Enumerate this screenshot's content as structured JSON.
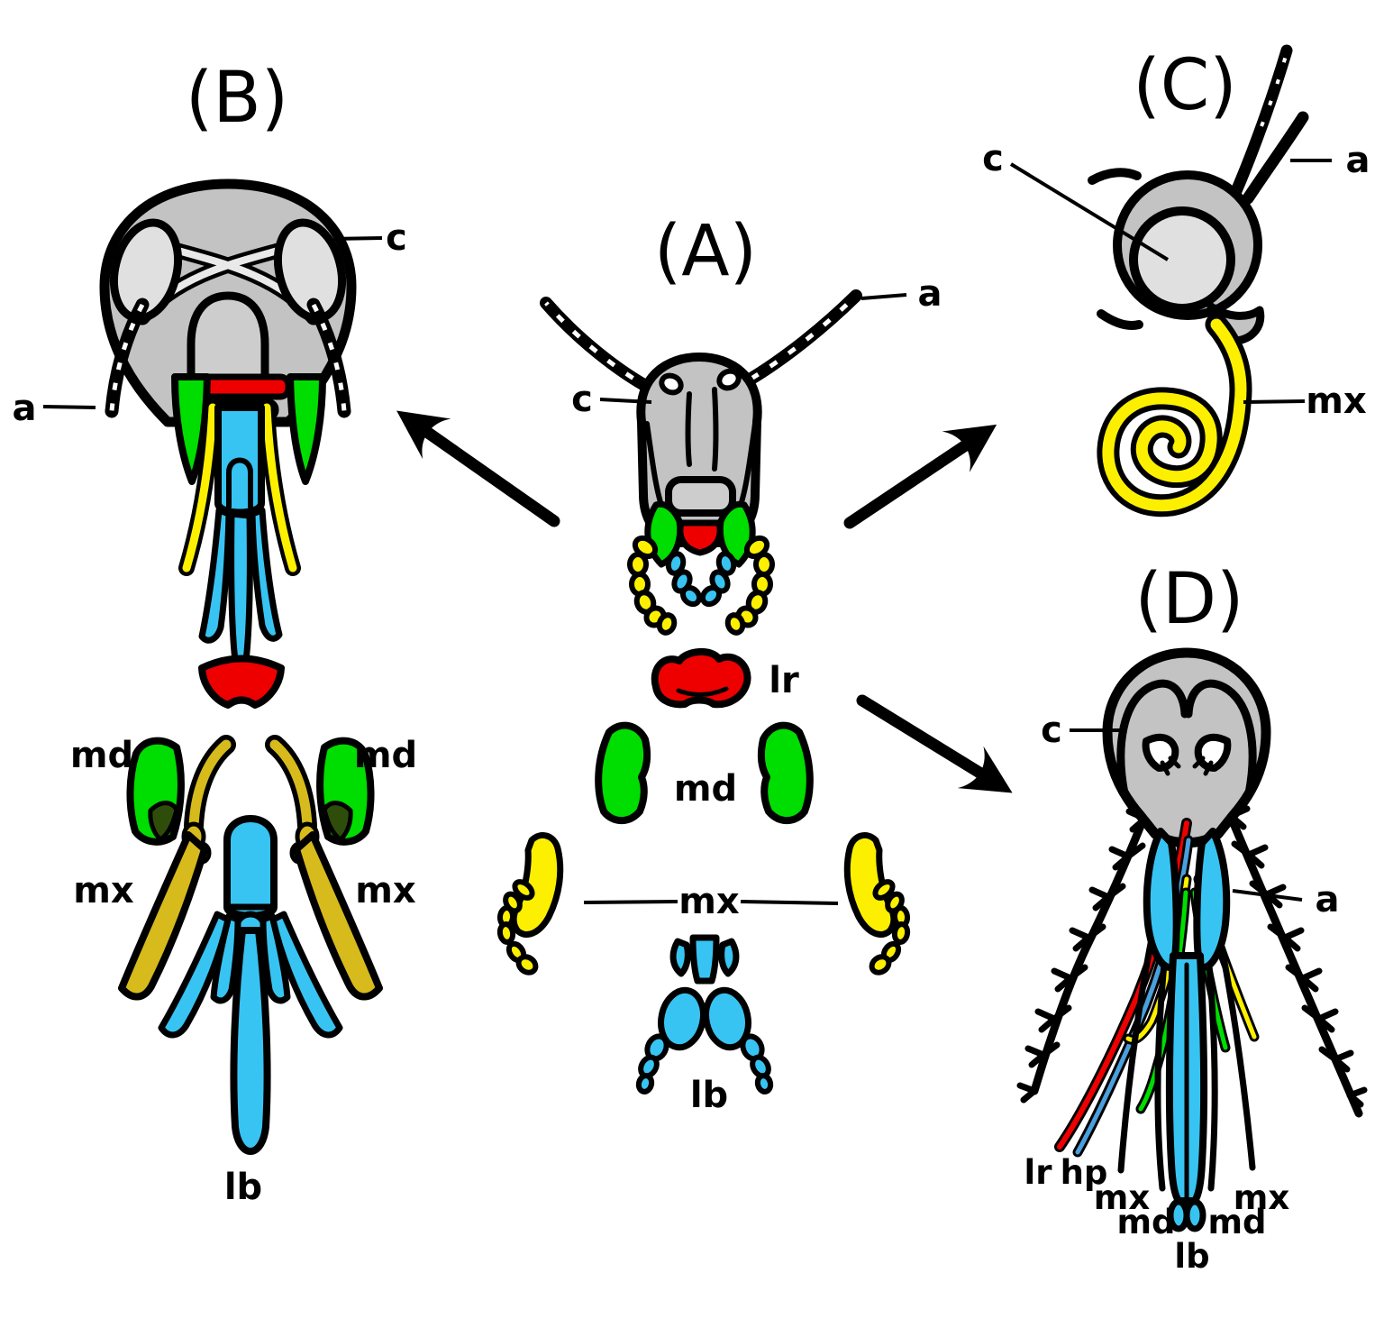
{
  "figure": {
    "type": "anatomical-comparison-diagram",
    "subject": "insect head and mouthpart types",
    "background": "#ffffff",
    "colors": {
      "cranium_gray": "#c3c3c3",
      "eye_gray": "#e0e0e0",
      "mandible_green": "#00dd00",
      "mandible_dark_green": "#2e4d0a",
      "labrum_red": "#ee0000",
      "maxilla_yellow": "#fcf000",
      "maxilla_gold": "#d7ba1c",
      "labium_blue": "#38c4f2",
      "hypopharynx_blue": "#4a9fdd",
      "outline_black": "#000000"
    },
    "panels": {
      "a": {
        "title": "(A)",
        "labels": {
          "antenna": "a",
          "cranium": "c",
          "labrum": "lr",
          "mandibles": "md",
          "maxillae": "mx",
          "labium": "lb"
        }
      },
      "b": {
        "title": "(B)",
        "labels": {
          "antenna": "a",
          "cranium": "c",
          "mandible_left": "md",
          "mandible_right": "md",
          "maxilla_left": "mx",
          "maxilla_right": "mx",
          "labium": "lb"
        }
      },
      "c": {
        "title": "(C)",
        "labels": {
          "cranium": "c",
          "antenna": "a",
          "maxilla_proboscis": "mx"
        }
      },
      "d": {
        "title": "(D)",
        "labels": {
          "cranium": "c",
          "antenna": "a",
          "labrum": "lr",
          "hypopharynx": "hp",
          "maxilla_left": "mx",
          "mandible_left": "md",
          "mandible_right": "md",
          "maxilla_right": "mx",
          "labium": "lb"
        }
      }
    }
  }
}
